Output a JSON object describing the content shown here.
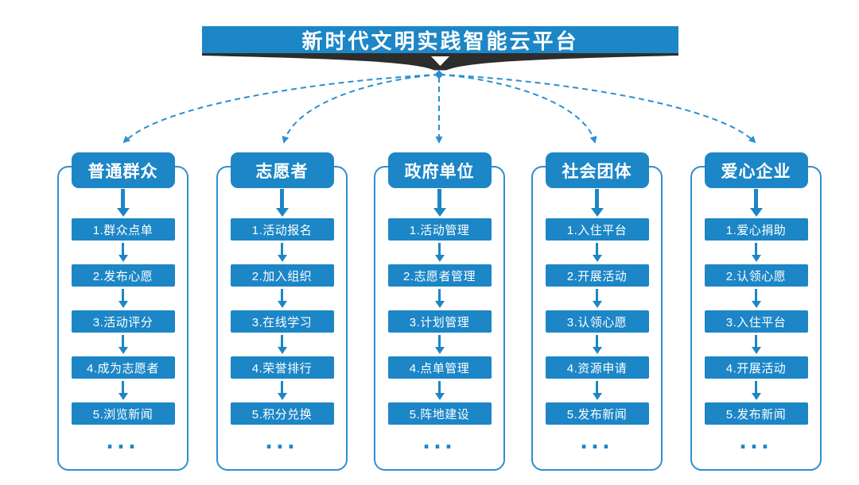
{
  "banner": {
    "title": "新时代文明实践智能云平台"
  },
  "colors": {
    "primary_blue": "#1c86c6",
    "dashed_line_blue": "#2a8fd0",
    "frame_border_blue": "#2e8fd0",
    "ribbon_dark": "#2d2d2d",
    "background": "#ffffff",
    "text_on_blue": "#ffffff"
  },
  "connectors": {
    "style": "dashed curved arrows from platform banner down to each role column",
    "count": 5
  },
  "columns": [
    {
      "header": "普通群众",
      "items": [
        "1.群众点单",
        "2.发布心愿",
        "3.活动评分",
        "4.成为志愿者",
        "5.浏览新闻"
      ],
      "more": "..."
    },
    {
      "header": "志愿者",
      "items": [
        "1.活动报名",
        "2.加入组织",
        "3.在线学习",
        "4.荣誉排行",
        "5.积分兑换"
      ],
      "more": "..."
    },
    {
      "header": "政府单位",
      "items": [
        "1.活动管理",
        "2.志愿者管理",
        "3.计划管理",
        "4.点单管理",
        "5.阵地建设"
      ],
      "more": "..."
    },
    {
      "header": "社会团体",
      "items": [
        "1.入住平台",
        "2.开展活动",
        "3.认领心愿",
        "4.资源申请",
        "5.发布新闻"
      ],
      "more": "..."
    },
    {
      "header": "爱心企业",
      "items": [
        "1.爱心捐助",
        "2.认领心愿",
        "3.入住平台",
        "4.开展活动",
        "5.发布新闻"
      ],
      "more": "..."
    }
  ]
}
